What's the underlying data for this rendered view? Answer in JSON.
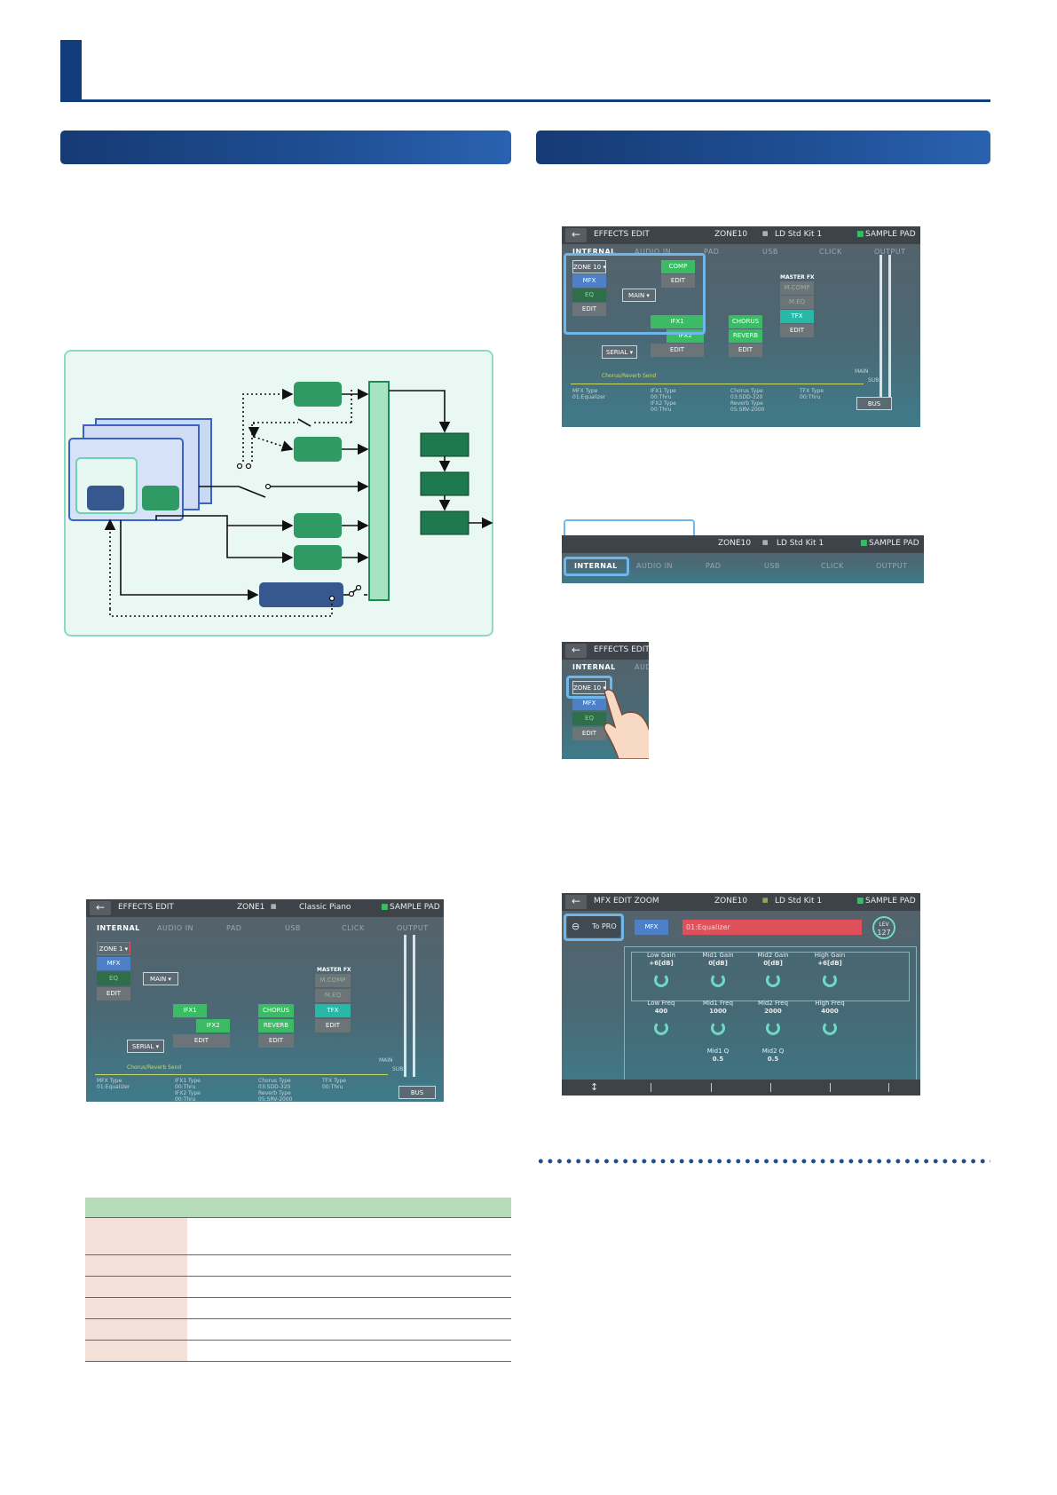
{
  "screen_common": {
    "title": "EFFECTS EDIT",
    "sample_pad": "SAMPLE PAD",
    "tabs": [
      "INTERNAL",
      "AUDIO IN",
      "PAD",
      "USB",
      "CLICK",
      "OUTPUT"
    ],
    "mfx": "MFX",
    "eq": "EQ",
    "edit": "EDIT",
    "main": "MAIN",
    "serial": "SERIAL",
    "ifx1": "IFX1",
    "ifx2": "IFX2",
    "chorus": "CHORUS",
    "reverb": "REVERB",
    "master_fx": "MASTER FX",
    "mcomp": "M.COMP",
    "meq": "M.EQ",
    "tfx": "TFX",
    "bus": "BUS",
    "main_v": "MAIN",
    "sub_v": "SUB",
    "chorus_reverb_send": "Chorus/Reverb Send",
    "mfx_type": "MFX Type",
    "mfx_val": "01:Equalizer",
    "ifx1_type": "IFX1 Type",
    "ifx1_val": "00:Thru",
    "ifx2_type": "IFX2 Type",
    "ifx2_val": "00:Thru",
    "chorus_type": "Chorus Type",
    "chorus_val": "03:SDD-320",
    "reverb_type": "Reverb Type",
    "reverb_val": "05:SRV-2000",
    "tfx_type": "TFX Type",
    "tfx_val": "00:Thru"
  },
  "screen1": {
    "zone": "ZONE10",
    "kit": "LD Std Kit 1",
    "zone_sel": "ZONE 10",
    "comp": "COMP"
  },
  "screen2": {
    "zone": "ZONE10",
    "kit": "LD Std Kit 1"
  },
  "screen3": {
    "zone_sel": "ZONE 10"
  },
  "screen4": {
    "title": "MFX EDIT ZOOM",
    "zone": "ZONE10",
    "kit": "LD Std Kit 1",
    "to_pro": "To PRO",
    "type_value": "01:Equalizer",
    "lev_label": "LEV",
    "lev_value": "127",
    "params": [
      {
        "label": "Low Gain",
        "value": "+6[dB]"
      },
      {
        "label": "Mid1 Gain",
        "value": "0[dB]"
      },
      {
        "label": "Mid2 Gain",
        "value": "0[dB]"
      },
      {
        "label": "High Gain",
        "value": "+6[dB]"
      },
      {
        "label": "Low Freq",
        "value": "400"
      },
      {
        "label": "Mid1 Freq",
        "value": "1000"
      },
      {
        "label": "Mid2 Freq",
        "value": "2000"
      },
      {
        "label": "High Freq",
        "value": "4000"
      },
      {
        "label": "Mid1 Q",
        "value": "0.5"
      },
      {
        "label": "Mid2 Q",
        "value": "0.5"
      }
    ]
  },
  "screen5": {
    "zone": "ZONE1",
    "tone": "Classic Piano",
    "zone_sel": "ZONE 1"
  }
}
